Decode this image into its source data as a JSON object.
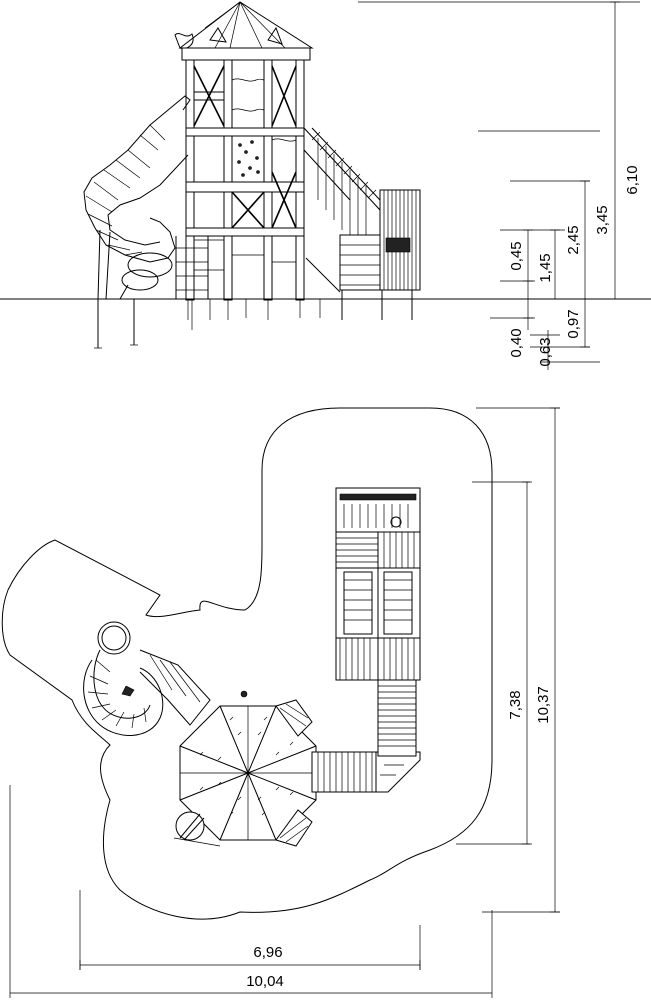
{
  "diagram": {
    "elevation_dimensions": {
      "height_total": "6,10",
      "height_platform_upper": "3,45",
      "height_platform_mid": "2,45",
      "height_platform_low": "1,45",
      "height_step": "0,45",
      "depth_foundation": "0,97",
      "depth_post": "0,40",
      "depth_slide": "0,63"
    },
    "plan_dimensions": {
      "width_structure": "6,96",
      "width_safety_area": "10,04",
      "length_structure": "7,38",
      "length_safety_area": "10,37"
    }
  }
}
